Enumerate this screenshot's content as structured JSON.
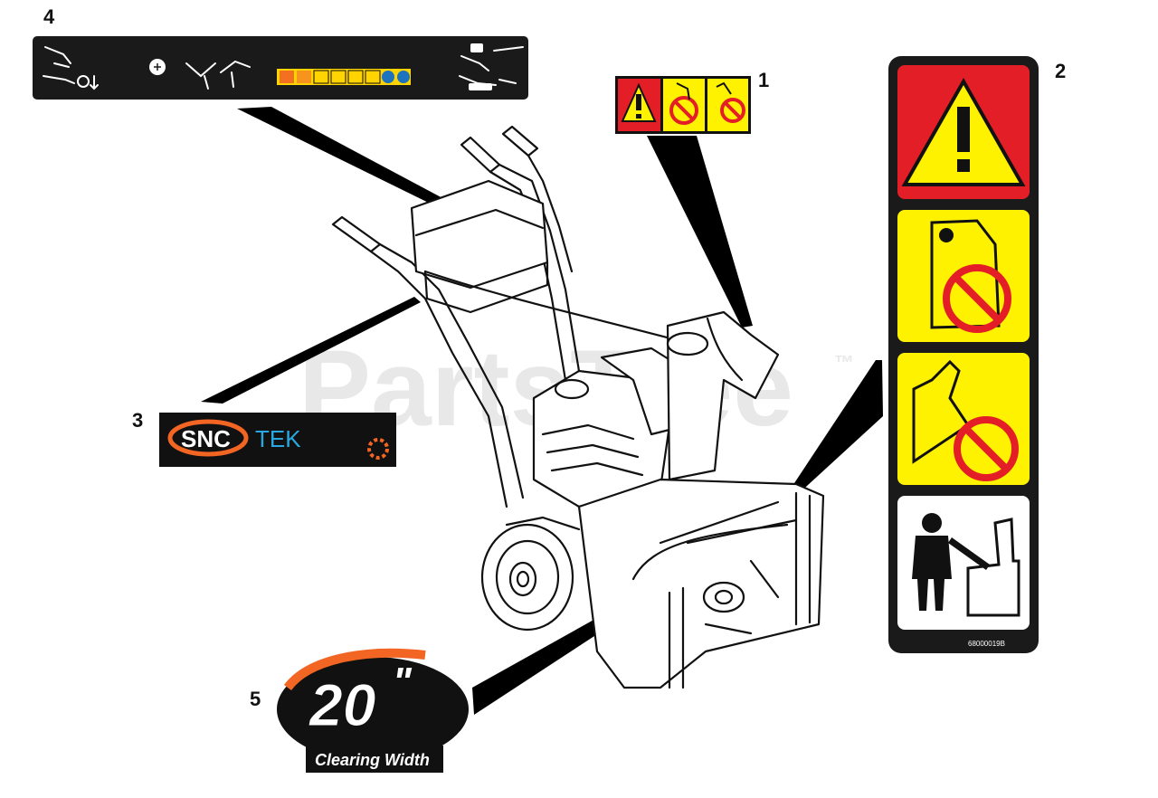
{
  "diagram": {
    "watermark": "PartsTree",
    "watermark_tm": "™",
    "callouts": [
      "1",
      "2",
      "3",
      "4",
      "5"
    ],
    "decal_2_partno": "68000019B",
    "decal_3": {
      "text_snc": "SNC",
      "text_tek": "TEK",
      "logo": "gear-logo"
    },
    "decal_5": {
      "size": "20",
      "inch_mark": "\"",
      "caption": "Clearing Width"
    },
    "colors": {
      "warning_red": "#e41e26",
      "warning_yellow": "#fff200",
      "brand_orange": "#f26522",
      "brand_blue": "#29a8e0"
    }
  }
}
